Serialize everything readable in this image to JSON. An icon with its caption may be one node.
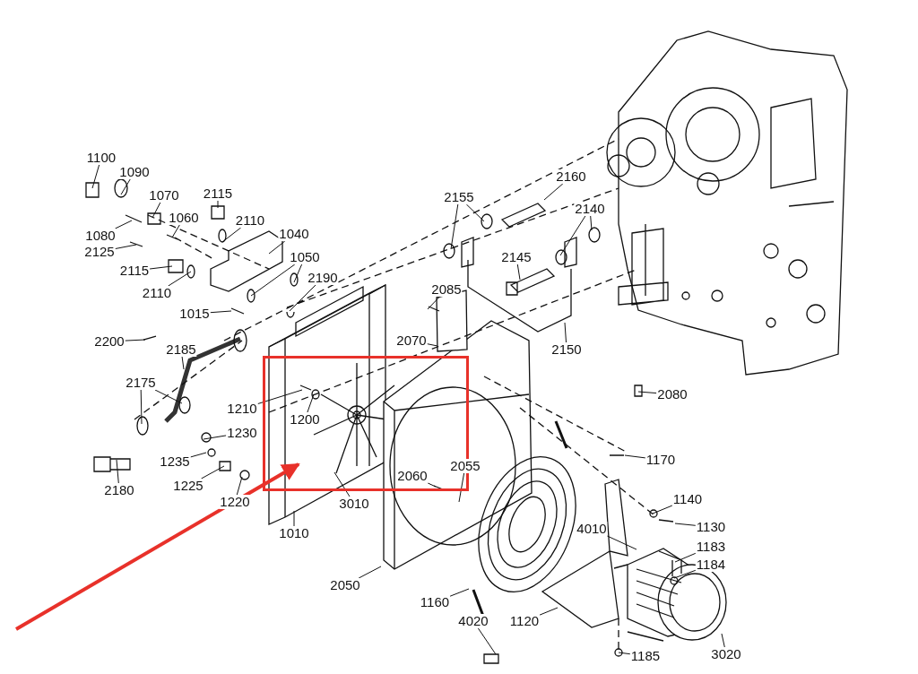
{
  "diagram": {
    "nodes": [
      {
        "text": [
          "1100"
        ]
      },
      {
        "text": [
          "1090"
        ]
      },
      {
        "text": [
          "1070"
        ]
      },
      {
        "text": [
          "2115"
        ]
      },
      {
        "text": [
          "1060"
        ]
      },
      {
        "text": [
          "2110"
        ]
      },
      {
        "text": [
          "1080"
        ]
      },
      {
        "text": [
          "1040"
        ]
      },
      {
        "text": [
          "2125"
        ]
      },
      {
        "text": [
          "1050"
        ]
      },
      {
        "text": [
          "2115"
        ]
      },
      {
        "text": [
          "2110"
        ]
      },
      {
        "text": [
          "2190"
        ]
      },
      {
        "text": [
          "1015"
        ]
      },
      {
        "text": [
          "2200"
        ]
      },
      {
        "text": [
          "2185"
        ]
      },
      {
        "text": [
          "2175"
        ]
      },
      {
        "text": [
          "2180"
        ]
      },
      {
        "text": [
          "2155"
        ]
      },
      {
        "text": [
          "2160"
        ]
      },
      {
        "text": [
          "2140"
        ]
      },
      {
        "text": [
          "2145"
        ]
      },
      {
        "text": [
          "2085"
        ]
      },
      {
        "text": [
          "2150"
        ]
      },
      {
        "text": [
          "2070"
        ]
      },
      {
        "text": [
          "2080"
        ]
      },
      {
        "text": [
          "1210"
        ]
      },
      {
        "text": [
          "1200"
        ]
      },
      {
        "text": [
          "1230"
        ]
      },
      {
        "text": [
          "1235"
        ]
      },
      {
        "text": [
          "1225"
        ]
      },
      {
        "text": [
          "1220"
        ]
      },
      {
        "text": [
          "2060"
        ]
      },
      {
        "text": [
          "2055"
        ]
      },
      {
        "text": [
          "3010"
        ]
      },
      {
        "text": [
          "1010"
        ]
      },
      {
        "text": [
          "1170"
        ]
      },
      {
        "text": [
          "1140"
        ]
      },
      {
        "text": [
          "1130"
        ]
      },
      {
        "text": [
          "4010"
        ]
      },
      {
        "text": [
          "1183"
        ]
      },
      {
        "text": [
          "1184"
        ]
      },
      {
        "text": [
          "2050"
        ]
      },
      {
        "text": [
          "1160"
        ]
      },
      {
        "text": [
          "1120"
        ]
      },
      {
        "text": [
          "4020"
        ]
      },
      {
        "text": [
          "1185"
        ]
      },
      {
        "text": [
          "3020"
        ]
      }
    ],
    "edges": [
      {
        "from": 0,
        "to": null,
        "arrow": "none"
      },
      {
        "from": 1,
        "to": null,
        "arrow": "none"
      },
      {
        "from": 2,
        "to": null,
        "arrow": "none"
      },
      {
        "from": 3,
        "to": null,
        "arrow": "none"
      },
      {
        "from": 4,
        "to": null,
        "arrow": "none"
      },
      {
        "from": 5,
        "to": null,
        "arrow": "none"
      },
      {
        "from": 6,
        "to": null,
        "arrow": "none"
      },
      {
        "from": 7,
        "to": null,
        "arrow": "none"
      },
      {
        "from": 8,
        "to": null,
        "arrow": "none"
      },
      {
        "from": 9,
        "to": null,
        "arrow": "none"
      },
      {
        "from": 9,
        "to": null,
        "arrow": "none"
      },
      {
        "from": 10,
        "to": null,
        "arrow": "none"
      },
      {
        "from": 11,
        "to": null,
        "arrow": "none"
      },
      {
        "from": 12,
        "to": null,
        "arrow": "none"
      },
      {
        "from": 13,
        "to": null,
        "arrow": "none"
      },
      {
        "from": 14,
        "to": null,
        "arrow": "none"
      },
      {
        "from": 15,
        "to": null,
        "arrow": "none"
      },
      {
        "from": 16,
        "to": null,
        "arrow": "none"
      },
      {
        "from": 16,
        "to": null,
        "arrow": "none"
      },
      {
        "from": 17,
        "to": null,
        "arrow": "none"
      },
      {
        "from": 18,
        "to": null,
        "arrow": "none"
      },
      {
        "from": 18,
        "to": null,
        "arrow": "none"
      },
      {
        "from": 19,
        "to": null,
        "arrow": "none"
      },
      {
        "from": 20,
        "to": null,
        "arrow": "none"
      },
      {
        "from": 20,
        "to": null,
        "arrow": "none"
      },
      {
        "from": 21,
        "to": null,
        "arrow": "none"
      },
      {
        "from": 22,
        "to": null,
        "arrow": "none"
      },
      {
        "from": 23,
        "to": null,
        "arrow": "none"
      },
      {
        "from": 24,
        "to": null,
        "arrow": "none"
      },
      {
        "from": 25,
        "to": null,
        "arrow": "none"
      },
      {
        "from": 26,
        "to": null,
        "arrow": "none"
      },
      {
        "from": 27,
        "to": null,
        "arrow": "none"
      },
      {
        "from": 28,
        "to": null,
        "arrow": "none"
      },
      {
        "from": 29,
        "to": null,
        "arrow": "none"
      },
      {
        "from": 30,
        "to": null,
        "arrow": "none"
      },
      {
        "from": 31,
        "to": null,
        "arrow": "none"
      },
      {
        "from": 32,
        "to": null,
        "arrow": "none"
      },
      {
        "from": 33,
        "to": null,
        "arrow": "none"
      },
      {
        "from": 34,
        "to": null,
        "arrow": "none"
      },
      {
        "from": 35,
        "to": null,
        "arrow": "none"
      },
      {
        "from": 36,
        "to": null,
        "arrow": "none"
      },
      {
        "from": 37,
        "to": null,
        "arrow": "none"
      },
      {
        "from": 38,
        "to": null,
        "arrow": "none"
      },
      {
        "from": 39,
        "to": null,
        "arrow": "none"
      },
      {
        "from": 40,
        "to": null,
        "arrow": "none"
      },
      {
        "from": 41,
        "to": null,
        "arrow": "none"
      },
      {
        "from": 42,
        "to": null,
        "arrow": "none"
      },
      {
        "from": 43,
        "to": null,
        "arrow": "none"
      },
      {
        "from": 44,
        "to": null,
        "arrow": "none"
      },
      {
        "from": 45,
        "to": null,
        "arrow": "none"
      },
      {
        "from": 46,
        "to": null,
        "arrow": "none"
      },
      {
        "from": 47,
        "to": null,
        "arrow": "none"
      }
    ]
  }
}
